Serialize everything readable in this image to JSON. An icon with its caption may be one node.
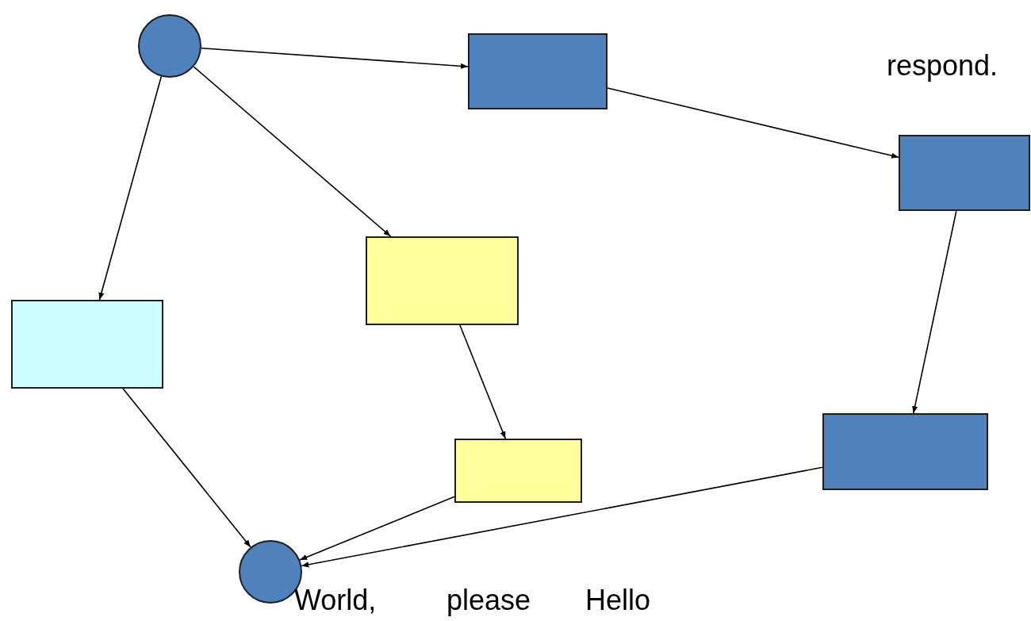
{
  "diagram": {
    "nodes": [
      {
        "text": [],
        "shape": "circle"
      },
      {
        "text": [],
        "shape": "box"
      },
      {
        "text": [],
        "shape": "box"
      },
      {
        "text": [],
        "shape": "box"
      },
      {
        "text": [],
        "shape": "box"
      },
      {
        "text": [],
        "shape": "box"
      },
      {
        "text": [],
        "shape": "box"
      },
      {
        "text": [],
        "shape": "circle"
      }
    ],
    "edges": [
      {
        "from": 0,
        "to": 1,
        "arrow": "to"
      },
      {
        "from": 1,
        "to": 2,
        "arrow": "to"
      },
      {
        "from": 0,
        "to": 4,
        "arrow": "to"
      },
      {
        "from": 0,
        "to": 3,
        "arrow": "to"
      },
      {
        "from": 3,
        "to": 5,
        "arrow": "to"
      },
      {
        "from": 2,
        "to": 6,
        "arrow": "to"
      },
      {
        "from": 4,
        "to": 7,
        "arrow": "to"
      },
      {
        "from": 5,
        "to": 7,
        "arrow": "to"
      },
      {
        "from": 6,
        "to": 7,
        "arrow": "to"
      }
    ],
    "labels": [
      "respond.",
      "World,",
      "please",
      "Hello"
    ]
  }
}
